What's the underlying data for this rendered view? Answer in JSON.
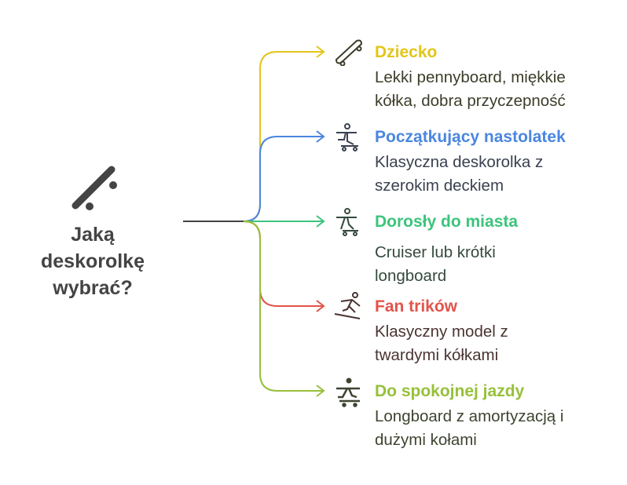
{
  "title": "Jaką deskorolkę wybrać?",
  "items": [
    {
      "title": "Dziecko",
      "desc": "Lekki pennyboard, miękkie kółka, dobra przyczepność",
      "color": "#e2c619",
      "text_color": "#3d3d2a",
      "icon": "skateboard-icon"
    },
    {
      "title": "Początkujący nastolatek",
      "desc": "Klasyczna deskorolka z szerokim deckiem",
      "color": "#4a86e0",
      "text_color": "#3a4150",
      "icon": "skater-icon"
    },
    {
      "title": "Dorosły do miasta",
      "desc": "Cruiser lub krótki longboard",
      "color": "#3cc47c",
      "text_color": "#344a3c",
      "icon": "skater-city-icon"
    },
    {
      "title": "Fan trików",
      "desc": "Klasyczny model z twardymi kółkami",
      "color": "#e2544a",
      "text_color": "#4a3433",
      "icon": "skater-trick-icon"
    },
    {
      "title": "Do spokojnej jazdy",
      "desc": "Longboard z amortyzacją i dużymi kołami",
      "color": "#97c03a",
      "text_color": "#3d4430",
      "icon": "skater-cruise-icon"
    }
  ]
}
